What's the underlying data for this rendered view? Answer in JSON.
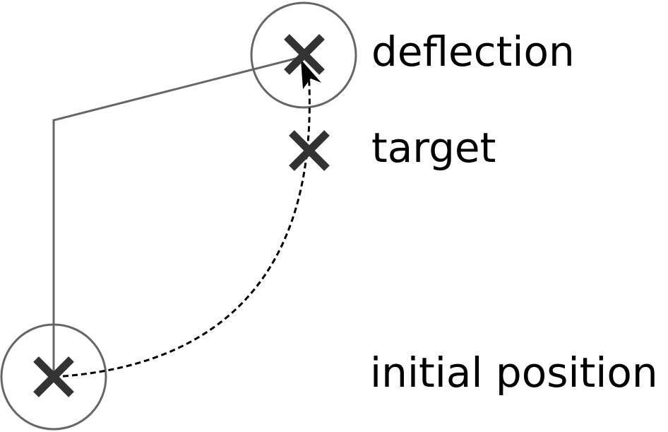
{
  "labels": {
    "deflection": "deflection",
    "target": "target",
    "initial_position": "initial position"
  },
  "colors": {
    "cross": "#333333",
    "circle": "#666666",
    "path_line": "#666666",
    "trajectory": "#000000",
    "text": "#000000"
  },
  "markers": {
    "deflection": "cross-marker",
    "target": "cross-marker",
    "initial_position": "cross-marker"
  }
}
